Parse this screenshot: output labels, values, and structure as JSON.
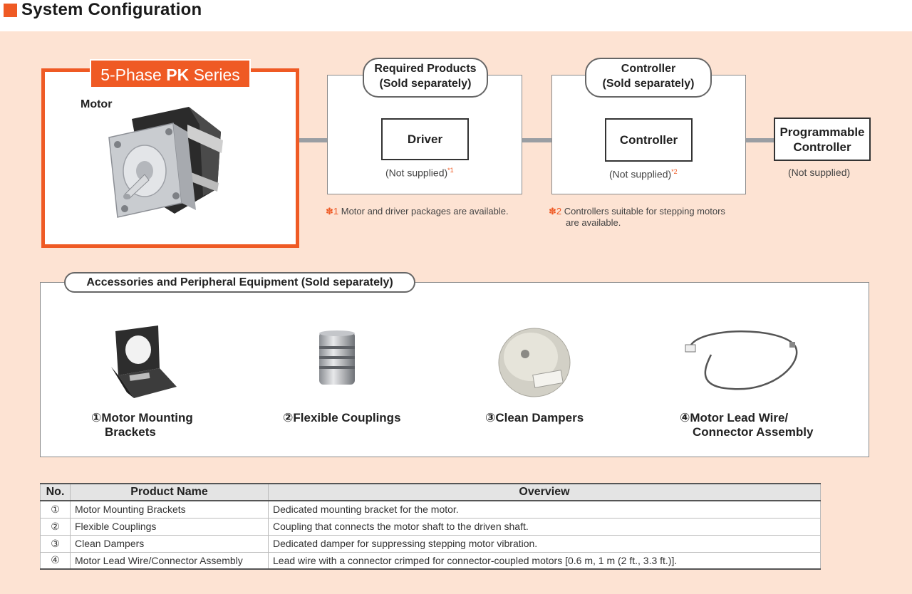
{
  "header": {
    "title": "System Configuration"
  },
  "pk_series": {
    "tab_prefix": "5-Phase ",
    "tab_bold": "PK",
    "tab_suffix": " Series",
    "motor_label": "Motor"
  },
  "required_products": {
    "pill_line1": "Required Products",
    "pill_line2": "(Sold separately)",
    "product": "Driver",
    "not_supplied": "(Not supplied)",
    "note_mark": "*1",
    "footnote_mark": "✽1",
    "footnote_text": "Motor and driver packages are available."
  },
  "controller_group": {
    "pill_line1": "Controller",
    "pill_line2": "(Sold separately)",
    "product": "Controller",
    "not_supplied": "(Not supplied)",
    "note_mark": "*2",
    "footnote_mark": "✽2",
    "footnote_line1": "Controllers suitable for stepping motors",
    "footnote_line2": "are available."
  },
  "plc": {
    "line1": "Programmable",
    "line2": "Controller",
    "not_supplied": "(Not supplied)"
  },
  "accessories": {
    "title": "Accessories and Peripheral Equipment (Sold separately)",
    "items": [
      {
        "line1": "①Motor Mounting",
        "line2": "Brackets"
      },
      {
        "line1": "②Flexible Couplings",
        "line2": ""
      },
      {
        "line1": "③Clean Dampers",
        "line2": ""
      },
      {
        "line1": "④Motor Lead Wire/",
        "line2": "Connector Assembly"
      }
    ]
  },
  "table": {
    "headers": [
      "No.",
      "Product Name",
      "Overview"
    ],
    "rows": [
      {
        "no": "①",
        "name": "Motor Mounting Brackets",
        "overview": "Dedicated mounting bracket for the motor."
      },
      {
        "no": "②",
        "name": "Flexible Couplings",
        "overview": "Coupling that connects the motor shaft to the driven shaft."
      },
      {
        "no": "③",
        "name": "Clean Dampers",
        "overview": "Dedicated damper for suppressing stepping motor vibration."
      },
      {
        "no": "④",
        "name": "Motor Lead Wire/Connector Assembly",
        "overview": "Lead wire with a connector crimped for connector-coupled motors [0.6 m, 1 m (2 ft., 3.3 ft.)]."
      }
    ]
  },
  "colors": {
    "accent": "#ef5a24",
    "background": "#fde3d3",
    "line": "#9a9ea3"
  }
}
